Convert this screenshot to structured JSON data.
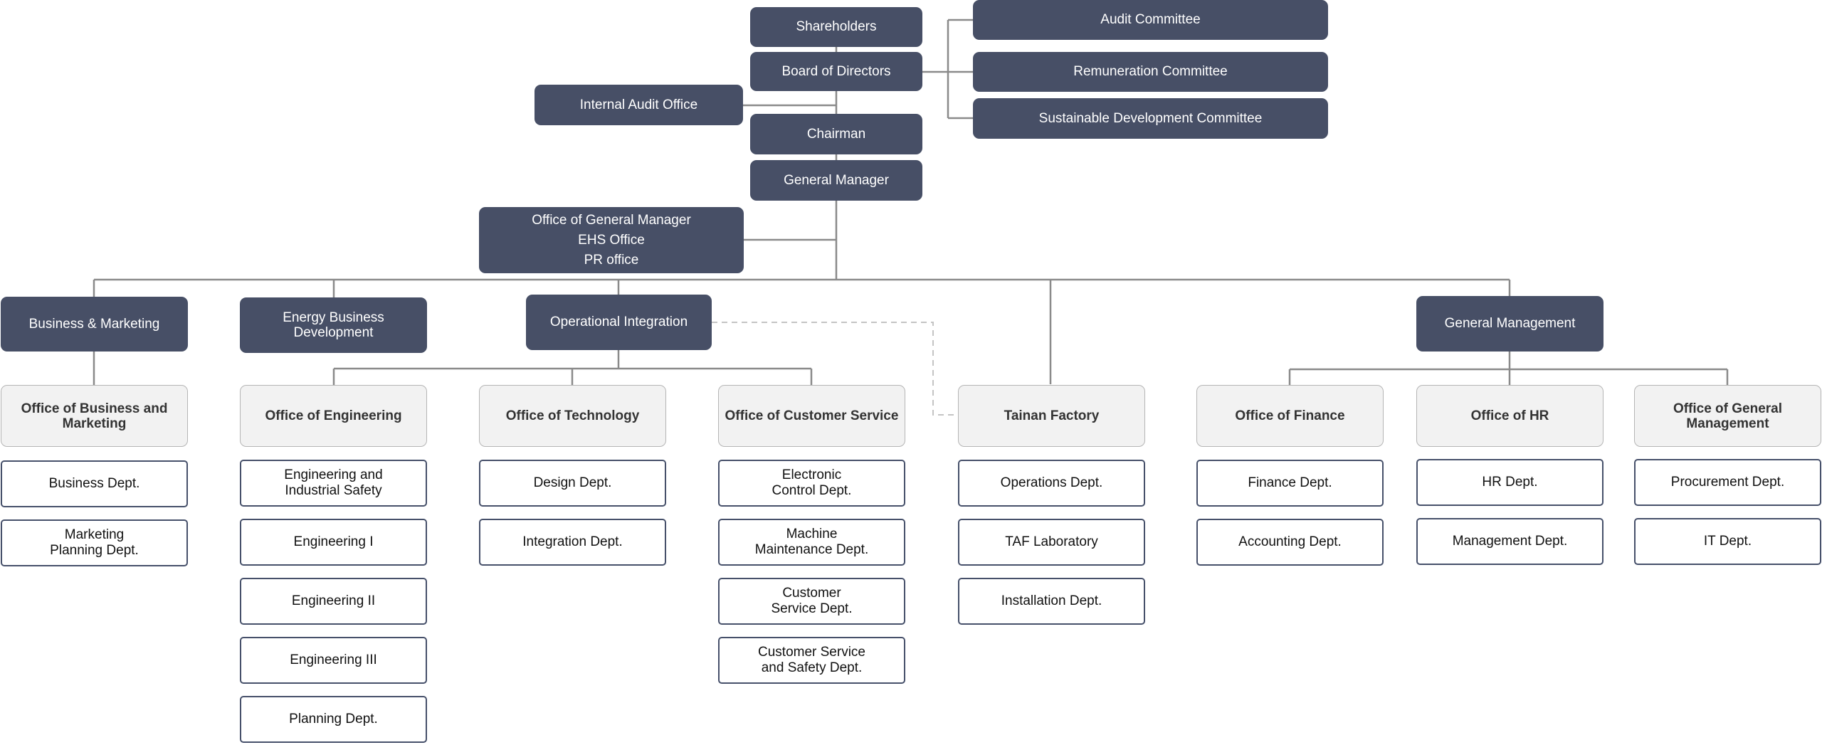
{
  "top": {
    "shareholders": "Shareholders",
    "board": "Board of Directors",
    "audit_committee": "Audit Committee",
    "remuneration_committee": "Remuneration Committee",
    "sustainable_committee": "Sustainable Development Committee",
    "internal_audit": "Internal Audit Office",
    "chairman": "Chairman",
    "general_manager": "General Manager",
    "gm_office": "Office of General Manager\nEHS Office\nPR office"
  },
  "divisions": {
    "business_marketing": "Business & Marketing",
    "energy": "Energy Business\nDevelopment",
    "operational": "Operational Integration",
    "general_management": "General Management"
  },
  "offices": {
    "business_marketing": "Office of Business and\nMarketing",
    "engineering": "Office of Engineering",
    "technology": "Office of Technology",
    "customer_service": "Office of Customer Service",
    "tainan": "Tainan Factory",
    "finance": "Office of  Finance",
    "hr": "Office of  HR",
    "general_management": "Office of General\nManagement"
  },
  "depts": {
    "business": [
      "Business Dept.",
      "Marketing\nPlanning Dept."
    ],
    "engineering": [
      "Engineering and\nIndustrial Safety",
      "Engineering I",
      "Engineering II",
      "Engineering III",
      "Planning Dept."
    ],
    "technology": [
      "Design Dept.",
      "Integration Dept."
    ],
    "customer_service": [
      "Electronic\nControl Dept.",
      "Machine\nMaintenance Dept.",
      "Customer\nService Dept.",
      "Customer Service\nand Safety Dept."
    ],
    "tainan": [
      "Operations Dept.",
      "TAF Laboratory",
      "Installation Dept."
    ],
    "finance": [
      "Finance Dept.",
      "Accounting Dept."
    ],
    "hr": [
      "HR Dept.",
      "Management Dept."
    ],
    "general_management": [
      "Procurement Dept.",
      "IT Dept."
    ]
  },
  "colors": {
    "dark_box": "#474f66",
    "office_box": "#f2f2f2",
    "dept_border": "#46506a",
    "connector": "#8a8a8a",
    "dashed_connector": "#c4c4c4"
  }
}
